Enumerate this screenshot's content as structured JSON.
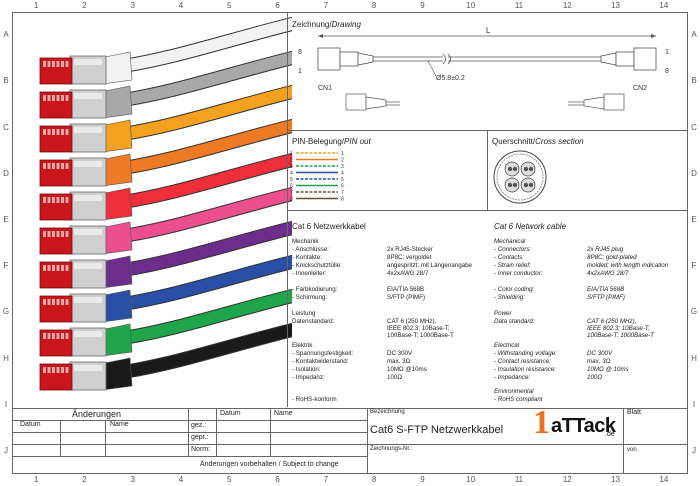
{
  "border": {
    "columns": [
      "1",
      "2",
      "3",
      "4",
      "5",
      "6",
      "7",
      "8",
      "9",
      "10",
      "11",
      "12",
      "13",
      "14"
    ],
    "rows": [
      "A",
      "B",
      "C",
      "D",
      "E",
      "F",
      "G",
      "H",
      "I",
      "J"
    ]
  },
  "cable_colors": [
    "#f2f2f2",
    "#a8a8a8",
    "#f4a11f",
    "#ee7a25",
    "#ee2f3a",
    "#ec4f8e",
    "#6d2d8d",
    "#2a4fa6",
    "#1fa64a",
    "#1a1a1a"
  ],
  "drawing": {
    "title": "Zeichnung/",
    "title_en": "Drawing",
    "length_label": "L",
    "pin8_left": "8",
    "pin1_left": "1",
    "pin1_right": "1",
    "pin8_right": "8",
    "diameter": "Ø5.8±0.2",
    "cn1": "CN1",
    "cn2": "CN2"
  },
  "pinout": {
    "title": "PIN-Belegung/",
    "title_en": "PIN out",
    "pins": [
      "1",
      "2",
      "3",
      "4",
      "5",
      "6",
      "7",
      "8"
    ]
  },
  "cross_section": {
    "title": "Querschnitt/",
    "title_en": "Cross section"
  },
  "spec_de": {
    "heading": "Cat 6 Netzwerkkabel",
    "mechanik": "Mechanik",
    "rows_mech": [
      {
        "k": "- Anschlüsse:",
        "v": "2x RJ45-Stecker"
      },
      {
        "k": "- Kontakte:",
        "v": "8P8C; vergoldet"
      },
      {
        "k": "- Knickschutztülle:",
        "v": "angespritzt; mit Längenangabe"
      },
      {
        "k": "- Innenleiter:",
        "v": "4x2xAWG 28/7"
      }
    ],
    "rows_color": [
      {
        "k": "- Farbkodierung:",
        "v": "EIA/TIA 568B"
      },
      {
        "k": "- Schirmung:",
        "v": "S/FTP (PIMF)"
      }
    ],
    "leistung": "Leistung",
    "datenstandard_k": "Datenstandard:",
    "datenstandard_v1": "CAT 6 (250 MHz),",
    "datenstandard_v2": "IEEE 802.3; 10Base-T;",
    "datenstandard_v3": "100Base-T; 1000Base-T",
    "elektrik": "Elektrik",
    "rows_elec": [
      {
        "k": "- Spannungsfestigkeit:",
        "v": "DC 300V"
      },
      {
        "k": "- Kontaktwiderstand:",
        "v": "max. 3Ω"
      },
      {
        "k": "- Isolation:",
        "v": "10MΩ @10ms"
      },
      {
        "k": "- Impedanz:",
        "v": "100Ω"
      }
    ],
    "rohs": "- RoHS-konform"
  },
  "spec_en": {
    "heading": "Cat 6 Network cable",
    "mechanik": "Mechanical",
    "rows_mech": [
      {
        "k": "- Connectors:",
        "v": "2x RJ45 plug"
      },
      {
        "k": "- Contacts:",
        "v": "8P8C; gold-plated"
      },
      {
        "k": "- Strain relief:",
        "v": "molded; with length indication"
      },
      {
        "k": "- Inner conductor:",
        "v": "4x2xAWG 28/7"
      }
    ],
    "rows_color": [
      {
        "k": "- Color coding:",
        "v": "EIA/TIA 568B"
      },
      {
        "k": "- Shielding:",
        "v": "S/FTP (PIMF)"
      }
    ],
    "leistung": "Power",
    "datenstandard_k": "Data standard:",
    "datenstandard_v1": "CAT 6 (250 MHz),",
    "datenstandard_v2": "IEEE 802.3; 10Base-T;",
    "datenstandard_v3": "100Base-T; 1000Base-T",
    "elektrik": "Electrical",
    "rows_elec": [
      {
        "k": "- Withstanding voltage:",
        "v": "DC 300V"
      },
      {
        "k": "- Contact resistance:",
        "v": "max. 3Ω"
      },
      {
        "k": "- Insulation resistance:",
        "v": "10MΩ @ 10ms"
      },
      {
        "k": "- Impedance:",
        "v": "100Ω"
      }
    ],
    "env": "Environmental",
    "rohs": "- RoHS compliant"
  },
  "titleblock": {
    "aenderungen": "Änderungen",
    "datum": "Datum",
    "name": "Name",
    "datum2": "Datum",
    "name2": "Name",
    "gez": "gez.:",
    "gepr": "gepr.:",
    "norm": "Norm:",
    "vorbehalt": "Änderungen vorbehalten / Subject to change",
    "bezeichnung": "Bezeichnung",
    "product": "Cat6 S-FTP Netzwerkkabel",
    "zeichnungsnr": "Zeichnungs-Nr.:",
    "blatt": "Blatt",
    "von": "von",
    "logo_main": "aTTack",
    "logo_dot": ".de",
    "logo_num": "1"
  }
}
